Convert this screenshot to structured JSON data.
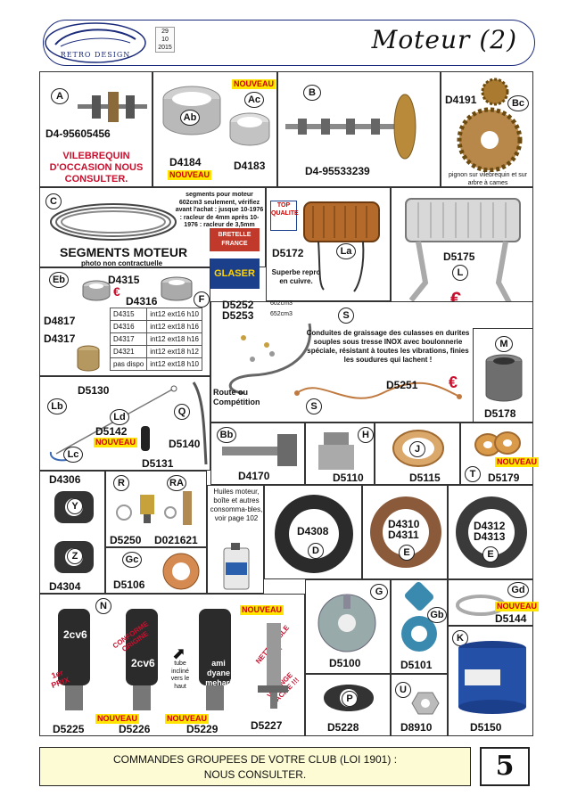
{
  "header": {
    "logo_text": "RETRO DESIGN",
    "date": [
      "29",
      "10",
      "2015"
    ],
    "title": "Moteur (2)"
  },
  "products": {
    "A": {
      "tag": "A",
      "code": "D4-95605456",
      "note": "VILEBREQUIN D'OCCASION NOUS CONSULTER."
    },
    "Ab": {
      "tag": "Ab",
      "code": "D4184",
      "badge": "NOUVEAU"
    },
    "Ac": {
      "tag": "Ac",
      "code": "D4183",
      "badge": "NOUVEAU"
    },
    "B": {
      "tag": "B",
      "code": "D4-95533239"
    },
    "Bc": {
      "tag": "Bc",
      "code": "D4191",
      "note": "pignon sur vilebrequin et sur arbre à cames"
    },
    "C": {
      "tag": "C",
      "title": "SEGMENTS MOTEUR",
      "subtitle": "photo non contractuelle",
      "note": "segments pour moteur 602cm3 seulement, vérifiez avant l'achat : jusque 10-1976 : racleur de 4mm après 10-1976 : racleur de 3,5mm"
    },
    "brands": {
      "top": "TOP QUALITE",
      "bretelle": "BRETELLE FRANCE",
      "glaser": "GLASER"
    },
    "La": {
      "tag": "La",
      "code": "D5172",
      "note": "Superbe repro en cuivre."
    },
    "L": {
      "tag": "L",
      "code": "D5175"
    },
    "Eb": {
      "tag": "Eb",
      "codes": [
        "D4315",
        "D4316"
      ]
    },
    "F": {
      "tag": "F"
    },
    "E_left": {
      "codes": [
        "D4817",
        "D4317"
      ]
    },
    "bearing_table": [
      [
        "D4315",
        "int12 ext16 h10"
      ],
      [
        "D4316",
        "int12 ext18 h16"
      ],
      [
        "D4317",
        "int12 ext18 h16"
      ],
      [
        "D4321",
        "int12 ext18 h12"
      ],
      [
        "pas dispo",
        "int12 ext18 h10"
      ]
    ],
    "D5252": {
      "code": "D5252",
      "cc": "602cm3"
    },
    "D5253": {
      "code": "D5253",
      "cc": "652cm3"
    },
    "S": {
      "tag": "S",
      "code": "D5251",
      "label": "Route ou Compétition",
      "note": "Conduites de graissage des culasses en durites souples sous tresse INOX avec boulonnerie spéciale, résistant à toutes les vibrations, finies les soudures qui lachent !"
    },
    "M": {
      "tag": "M",
      "code": "D5178"
    },
    "Lb": {
      "tag": "Lb",
      "code": "D5130"
    },
    "Ld": {
      "tag": "Ld",
      "code": "D5142",
      "badge": "NOUVEAU"
    },
    "Lc": {
      "tag": "Lc",
      "code": "D5131"
    },
    "Q": {
      "tag": "Q",
      "code": "D5140"
    },
    "Bb": {
      "tag": "Bb",
      "code": "D4170"
    },
    "H": {
      "tag": "H",
      "code": "D5110"
    },
    "J": {
      "tag": "J",
      "code": "D5115"
    },
    "T": {
      "tag": "T",
      "code": "D5179"
    },
    "Y": {
      "tag": "Y",
      "code": "D4306"
    },
    "Z": {
      "tag": "Z",
      "code": "D4304"
    },
    "R": {
      "tag": "R",
      "code": "D5250"
    },
    "RA": {
      "tag": "RA",
      "code": "D021621"
    },
    "Gc": {
      "tag": "Gc",
      "code": "D5106"
    },
    "oil": {
      "note": "Huiles moteur, boîte et autres consomma-bles, voir page 102"
    },
    "D": {
      "tag": "D",
      "code": "D4308"
    },
    "E_mid": {
      "tag": "E",
      "codes": [
        "D4310",
        "D4311"
      ]
    },
    "E_right": {
      "tag": "E",
      "codes": [
        "D4312",
        "D4313"
      ]
    },
    "G": {
      "tag": "G",
      "code": "D5100"
    },
    "Gb": {
      "tag": "Gb",
      "code": "D5101"
    },
    "Gd": {
      "tag": "Gd",
      "code": "D5144",
      "badge": "NOUVEAU"
    },
    "N": {
      "tag": "N",
      "labels": [
        "2cv6",
        "2cv6",
        "ami dyane mehari"
      ],
      "codes": [
        "D5225",
        "D5226",
        "D5229",
        "D5227"
      ],
      "stamps": [
        "1er PRIX",
        "CONFORME ORIGINE",
        "NETTOYABLE !!!",
        "VIDANGE FACILE !!!"
      ],
      "tube_note": "tube incliné vers le haut",
      "badges": [
        "NOUVEAU",
        "NOUVEAU",
        "NOUVEAU"
      ]
    },
    "P": {
      "tag": "P",
      "code": "D5228"
    },
    "U": {
      "tag": "U",
      "code": "D8910"
    },
    "K": {
      "tag": "K",
      "code": "D5150"
    }
  },
  "footer": {
    "line1": "COMMANDES GROUPEES DE VOTRE CLUB (LOI 1901) :",
    "line2": "NOUS CONSULTER.",
    "page": "5"
  },
  "colors": {
    "accent_red": "#c8102e",
    "badge_yellow": "#ffe500",
    "frame": "#222222",
    "footer_bg": "#fdfbd4",
    "logo_blue": "#1a2a7a"
  }
}
